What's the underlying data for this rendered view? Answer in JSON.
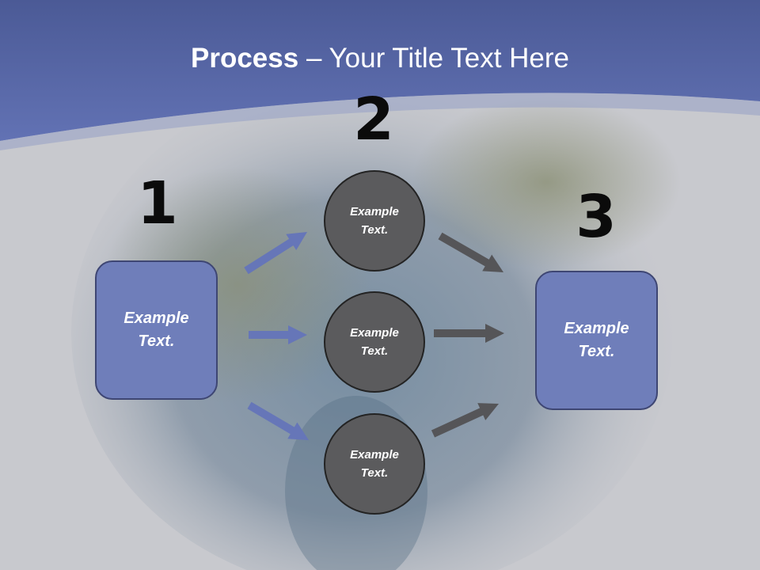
{
  "title": {
    "bold": "Process",
    "rest": " – Your Title Text Here"
  },
  "steps": [
    {
      "number": "1",
      "text": "Example Text."
    },
    {
      "number": "2",
      "text": "Example Text."
    },
    {
      "number": "3",
      "text": "Example Text."
    }
  ],
  "middle_circles": [
    {
      "text": "Example Text."
    },
    {
      "text": "Example Text."
    },
    {
      "text": "Example Text."
    }
  ],
  "colors": {
    "header_band": "#5566a8",
    "box_fill": "#6f7eba",
    "circle_fill": "#5b5b5d",
    "left_arrows": "#6676b8",
    "right_arrows": "#555558"
  }
}
